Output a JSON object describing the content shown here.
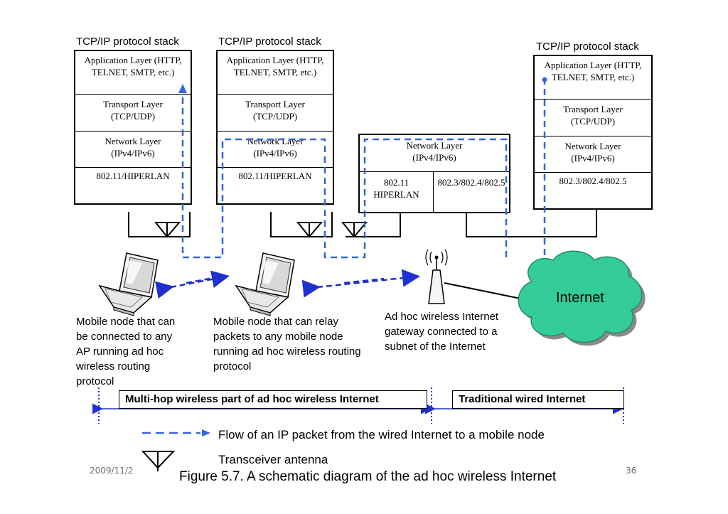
{
  "stacks": {
    "left": {
      "title": "TCP/IP protocol stack",
      "app": "Application Layer (HTTP, TELNET, SMTP, etc.)",
      "transport": "Transport Layer (TCP/UDP)",
      "network": "Network Layer (IPv4/IPv6)",
      "link": "802.11/HIPERLAN"
    },
    "middle": {
      "title": "TCP/IP protocol stack",
      "app": "Application Layer (HTTP, TELNET, SMTP, etc.)",
      "transport": "Transport Layer (TCP/UDP)",
      "network": "Network Layer (IPv4/IPv6)",
      "link": "802.11/HIPERLAN"
    },
    "gateway": {
      "network": "Network Layer (IPv4/IPv6)",
      "link_wireless": "802.11 HIPERLAN",
      "link_wired": "802.3/802.4/802.5"
    },
    "right": {
      "title": "TCP/IP protocol stack",
      "app": "Application Layer (HTTP, TELNET, SMTP, etc.)",
      "transport": "Transport Layer (TCP/UDP)",
      "network": "Network Layer (IPv4/IPv6)",
      "link": "802.3/802.4/802.5"
    }
  },
  "captions": {
    "node1": "Mobile node that can be connected to any AP running ad hoc wireless routing protocol",
    "node2": "Mobile node that can relay packets to any mobile node running ad hoc wireless routing protocol",
    "gateway": "Ad hoc wireless Internet gateway connected to a subnet of the Internet",
    "internet": "Internet"
  },
  "bands": {
    "wireless": "Multi-hop wireless part of ad hoc wireless Internet",
    "wired": "Traditional wired Internet"
  },
  "legend": {
    "flow": "Flow of an IP packet from the wired Internet to a mobile node",
    "antenna": "Transceiver antenna"
  },
  "footer": {
    "date": "2009/11/2",
    "page": "36",
    "figure_title": "Figure 5.7. A schematic diagram of the ad hoc wireless Internet"
  },
  "colors": {
    "flow": "#3366dd",
    "cloud_fill": "#33cc99",
    "cloud_shadow": "#8a8a8a",
    "wireless_arrow": "#1f2fd0"
  },
  "icons": [
    "laptop-icon",
    "antenna-icon",
    "gateway-antenna-icon",
    "cloud-icon",
    "arrow-icon"
  ]
}
